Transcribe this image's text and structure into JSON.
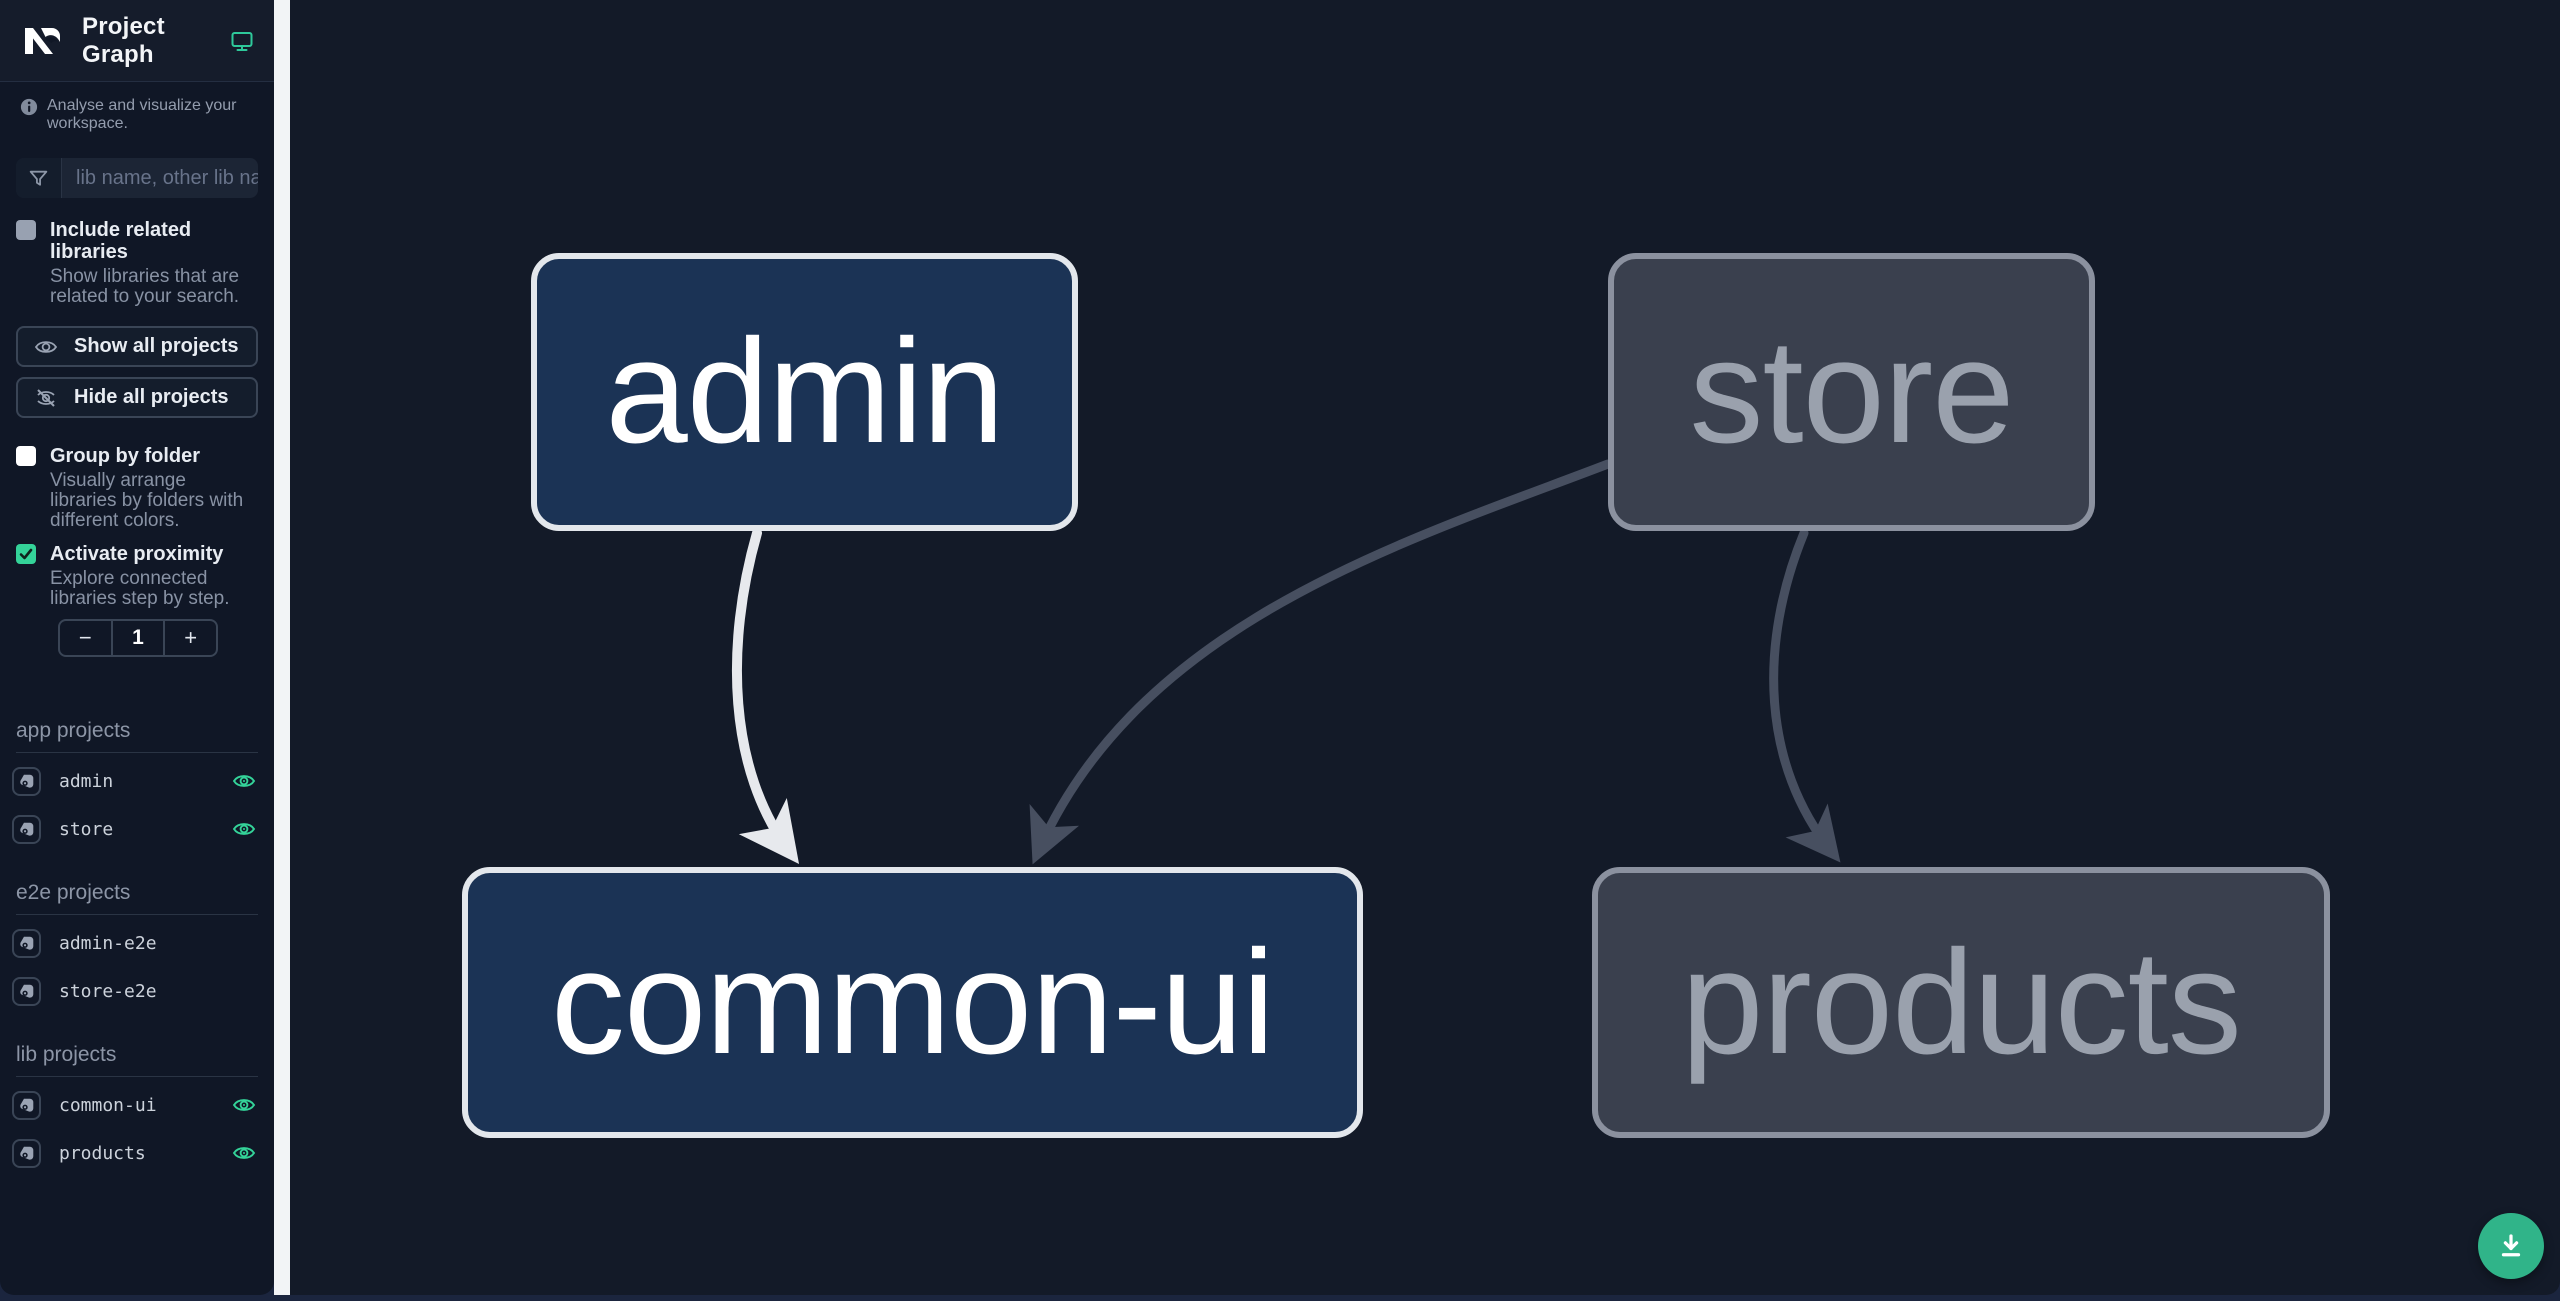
{
  "app": {
    "title": "Project Graph",
    "subtitle": "Analyse and visualize your workspace."
  },
  "search": {
    "placeholder": "lib name, other lib name"
  },
  "filters": {
    "include_related": {
      "label": "Include related libraries",
      "description": "Show libraries that are related to your search.",
      "checked": false,
      "disabled": true
    },
    "show_all_label": "Show all projects",
    "hide_all_label": "Hide all projects",
    "group_by_folder": {
      "label": "Group by folder",
      "description": "Visually arrange libraries by folders with different colors.",
      "checked": false
    },
    "activate_proximity": {
      "label": "Activate proximity",
      "description": "Explore connected libraries step by step.",
      "checked": true
    },
    "proximity": {
      "decrement": "−",
      "value": "1",
      "increment": "+"
    }
  },
  "sections": [
    {
      "title": "app projects",
      "items": [
        {
          "name": "admin",
          "visible": true
        },
        {
          "name": "store",
          "visible": true
        }
      ]
    },
    {
      "title": "e2e projects",
      "items": [
        {
          "name": "admin-e2e",
          "visible": false
        },
        {
          "name": "store-e2e",
          "visible": false
        }
      ]
    },
    {
      "title": "lib projects",
      "items": [
        {
          "name": "common-ui",
          "visible": true
        },
        {
          "name": "products",
          "visible": true
        }
      ]
    }
  ],
  "graph": {
    "nodes": [
      {
        "id": "admin",
        "label": "admin",
        "state": "active"
      },
      {
        "id": "store",
        "label": "store",
        "state": "inactive"
      },
      {
        "id": "common-ui",
        "label": "common-ui",
        "state": "active"
      },
      {
        "id": "products",
        "label": "products",
        "state": "inactive"
      }
    ],
    "edges": [
      {
        "from": "admin",
        "to": "common-ui",
        "state": "active"
      },
      {
        "from": "store",
        "to": "common-ui",
        "state": "inactive"
      },
      {
        "from": "store",
        "to": "products",
        "state": "inactive"
      }
    ]
  },
  "colors": {
    "canvas_bg": "#131a28",
    "sidebar_bg": "#101726",
    "accent_green": "#34d399",
    "download_button": "#30b489",
    "node_active_fill": "#1b3355",
    "node_active_border": "#e3e7ec",
    "node_inactive_fill": "#3a404e",
    "node_inactive_border": "#8b919f",
    "edge_active": "#e7e9ed",
    "edge_inactive": "#474f60"
  }
}
